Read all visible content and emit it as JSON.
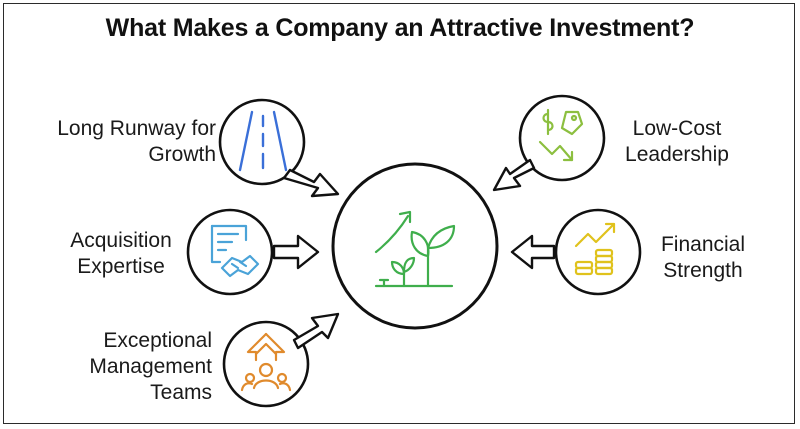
{
  "title": "What Makes a Company an Attractive Investment?",
  "factors": {
    "runway": {
      "line1": "Long Runway for",
      "line2": "Growth",
      "icon": "road-icon",
      "color": "#3a6fd8"
    },
    "acquisition": {
      "line1": "Acquisition",
      "line2": "Expertise",
      "icon": "handshake-document-icon",
      "color": "#4aa3d8"
    },
    "management": {
      "line1": "Exceptional",
      "line2": "Management",
      "line3": "Teams",
      "icon": "team-growth-icon",
      "color": "#e08a2c"
    },
    "lowcost": {
      "line1": "Low-Cost",
      "line2": "Leadership",
      "icon": "price-decline-icon",
      "color": "#8cbf3f"
    },
    "financial": {
      "line1": "Financial",
      "line2": "Strength",
      "icon": "coins-growth-icon",
      "color": "#e0c21c"
    }
  },
  "center": {
    "icon": "sprouting-plant-icon",
    "color": "#3fae4c"
  }
}
